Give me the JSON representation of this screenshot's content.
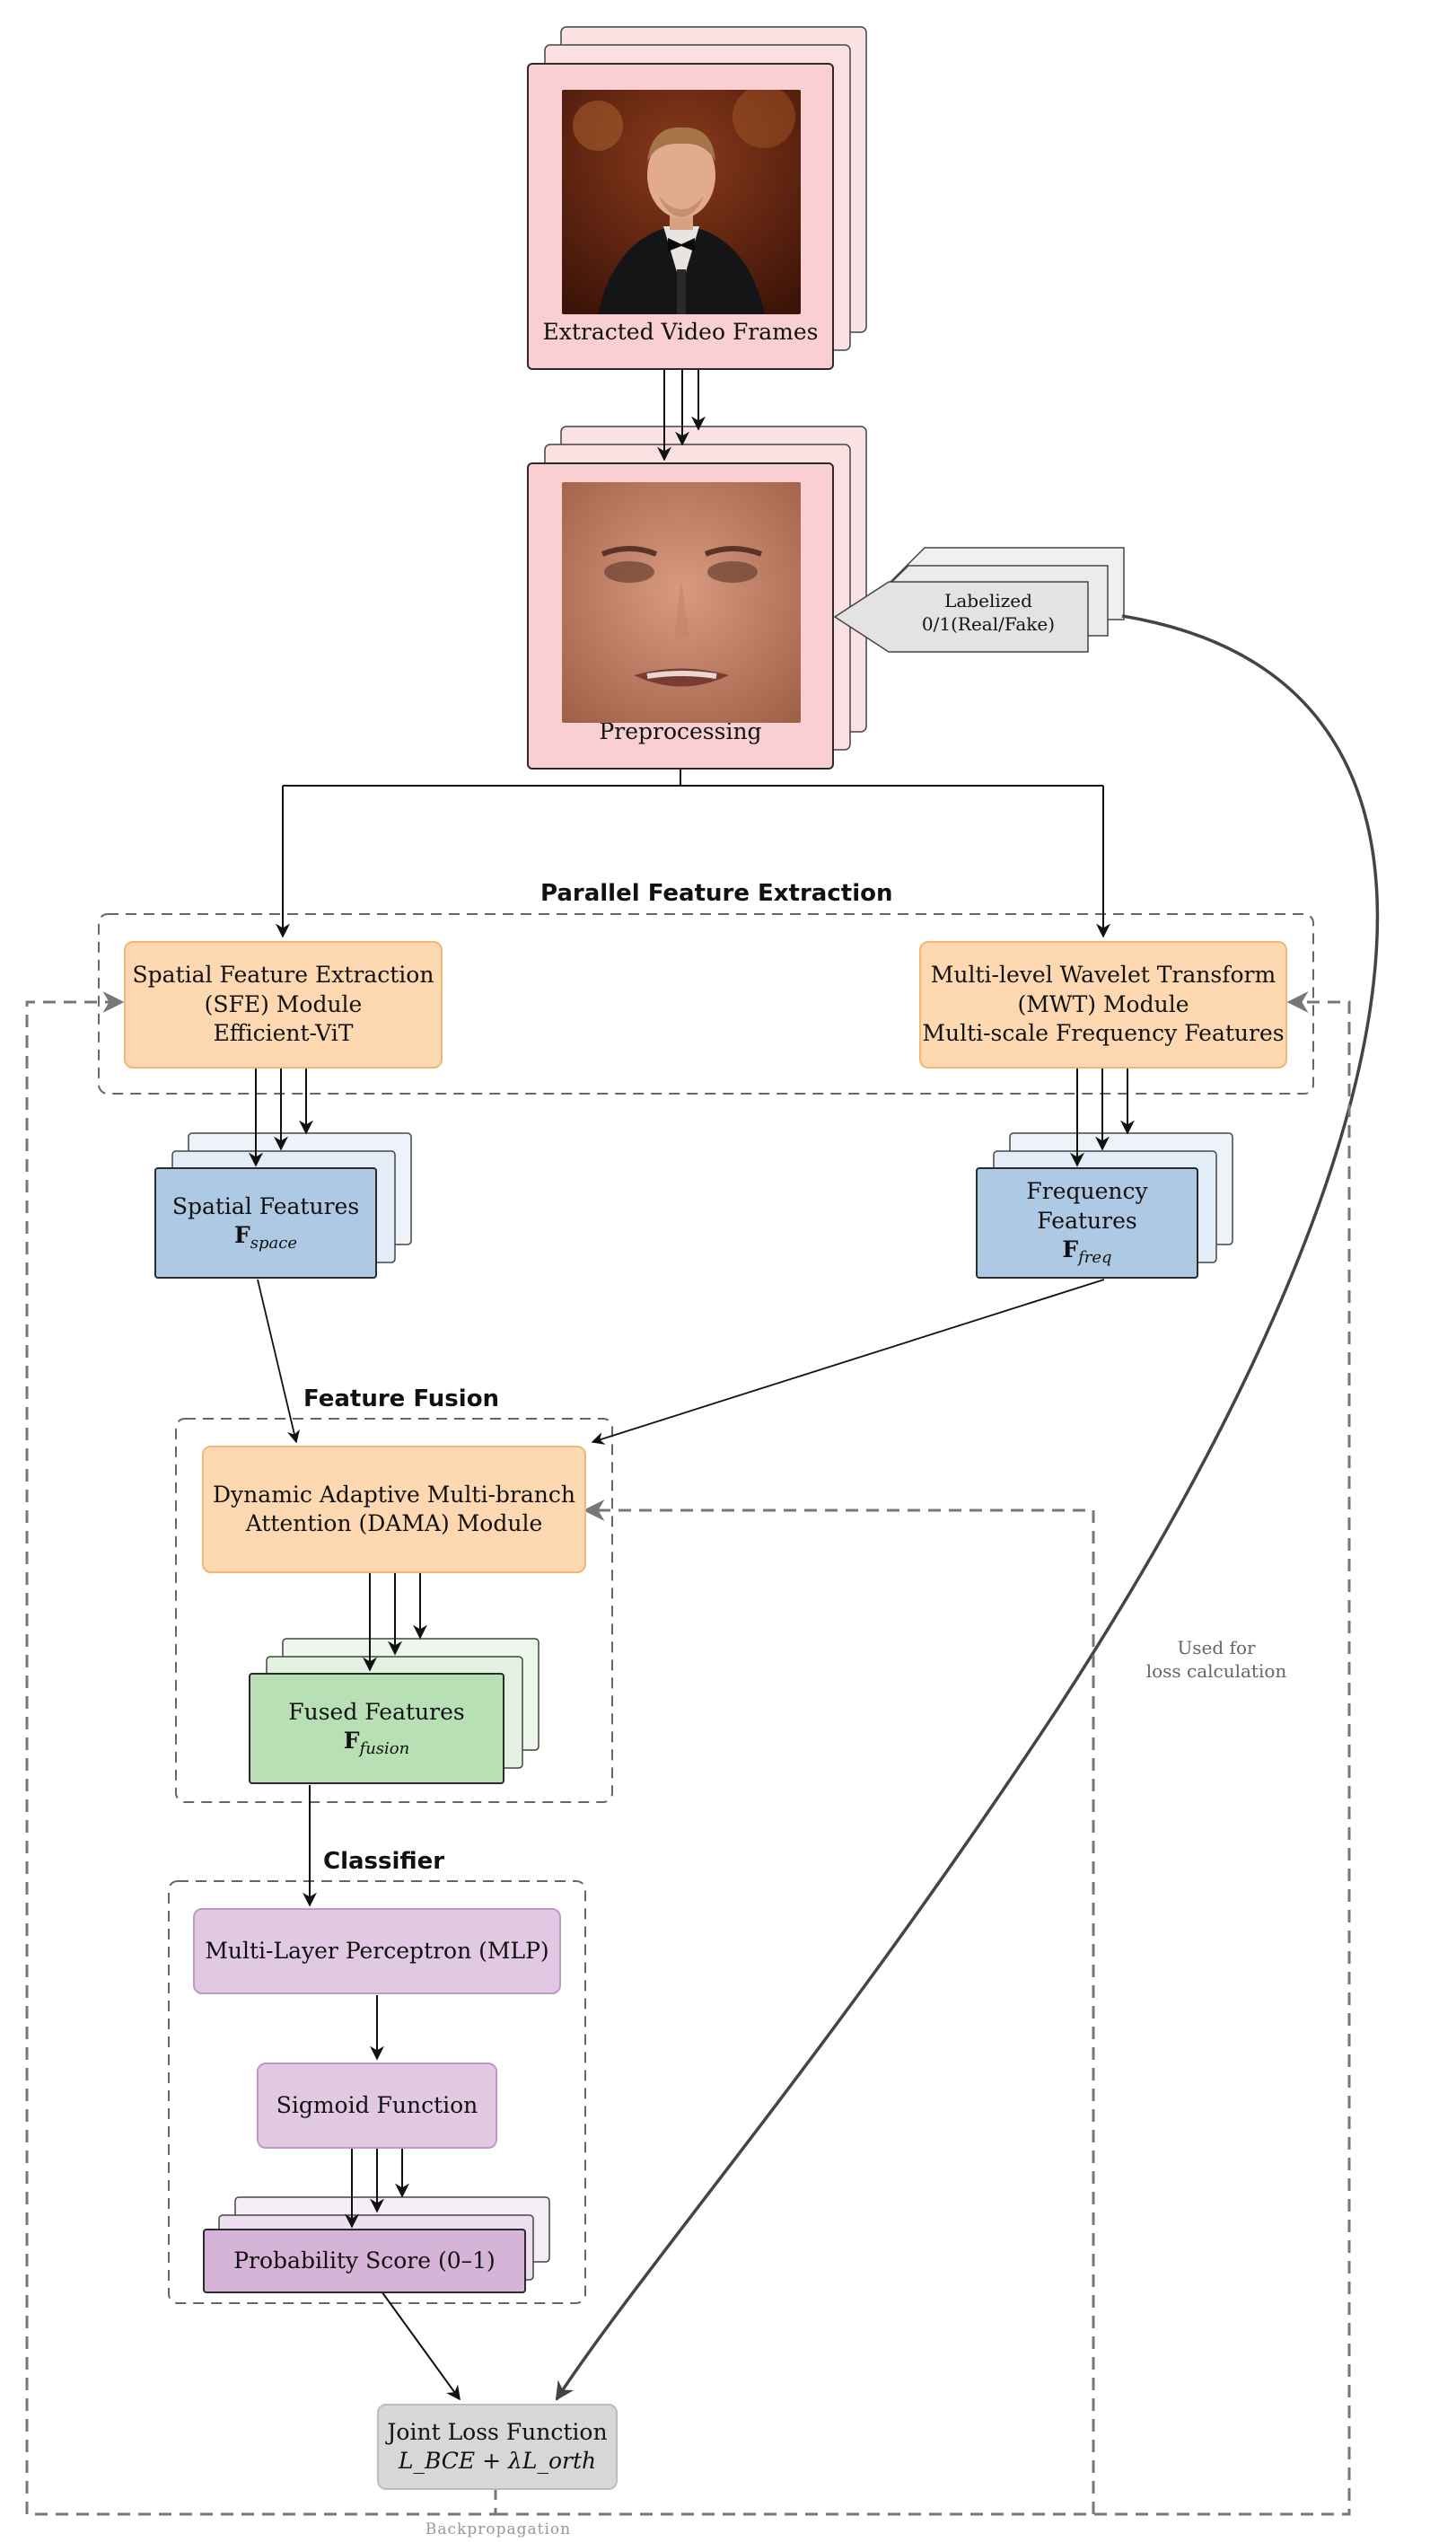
{
  "stages": {
    "frames_label": "Extracted Video Frames",
    "preprocessing_label": "Preprocessing",
    "label_tag": [
      "Labelized",
      "0/1(Real/Fake)"
    ]
  },
  "groups": {
    "parallel": "Parallel Feature Extraction",
    "fusion": "Feature Fusion",
    "classifier": "Classifier"
  },
  "modules": {
    "sfe": [
      "Spatial Feature Extraction",
      "(SFE) Module",
      "Efficient-ViT"
    ],
    "mwt": [
      "Multi-level Wavelet Transform",
      "(MWT) Module",
      "Multi-scale Frequency Features"
    ],
    "dama": [
      "Dynamic Adaptive Multi-branch",
      "Attention (DAMA) Module"
    ],
    "mlp": "Multi-Layer Perceptron (MLP)",
    "sigmoid": "Sigmoid Function"
  },
  "features": {
    "spatial_title": "Spatial Features",
    "spatial_symbol": "F",
    "spatial_sub": "space",
    "freq_title": [
      "Frequency",
      "Features"
    ],
    "freq_symbol": "F",
    "freq_sub": "freq",
    "fused_title": "Fused Features",
    "fused_symbol": "F",
    "fused_sub": "fusion"
  },
  "outputs": {
    "probability": "Probability Score (0–1)",
    "loss_title": "Joint Loss Function",
    "loss_formula": "L_BCE + λL_orth"
  },
  "notes": {
    "loss_note": [
      "Used for",
      "loss calculation"
    ],
    "backprop": "Backpropagation"
  },
  "colors": {
    "pink": "#f9cfd2",
    "orange": "#fdd8b0",
    "blue": "#adc9e4",
    "green": "#b9e0b5",
    "purple": "#e2c9e3",
    "gray": "#d7d7d7"
  }
}
